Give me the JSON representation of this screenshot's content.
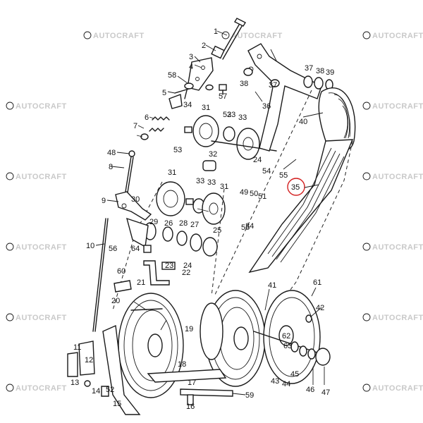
{
  "watermark": {
    "text": "AUTOCRAFT"
  },
  "highlight": {
    "part": "35",
    "color": "#d32121"
  },
  "callouts": {
    "c1": "1",
    "c2": "2",
    "c3": "3",
    "c4": "4",
    "c5": "5",
    "c6": "6",
    "c7": "7",
    "c8": "8",
    "c9": "9",
    "c10": "10",
    "c11": "11",
    "c12": "12",
    "c13": "13",
    "c14": "14",
    "c15": "15",
    "c16": "16",
    "c17": "17",
    "c18": "18",
    "c19": "19",
    "c20": "20",
    "c21": "21",
    "c22": "22",
    "c23": "23",
    "c24a": "24",
    "c24b": "24",
    "c25": "25",
    "c26": "26",
    "c27": "27",
    "c28": "28",
    "c29": "29",
    "c30": "30",
    "c31a": "31",
    "c31b": "31",
    "c31c": "31",
    "c32": "32",
    "c33a": "33",
    "c33b": "33",
    "c33c": "33",
    "c33d": "33",
    "c34a": "34",
    "c34b": "34",
    "c35": "35",
    "c36": "36",
    "c37a": "37",
    "c37b": "37",
    "c38a": "38",
    "c38b": "38",
    "c39": "39",
    "c40": "40",
    "c41": "41",
    "c42": "42",
    "c43": "43",
    "c44": "44",
    "c45": "45",
    "c46": "46",
    "c47": "47",
    "c48": "48",
    "c49": "49",
    "c50": "50",
    "c51": "51",
    "c52a": "52",
    "c52b": "52",
    "c53": "53",
    "c54": "54",
    "c55a": "55",
    "c55b": "55",
    "c56": "56",
    "c57": "57",
    "c58": "58",
    "c59": "59",
    "c60": "60",
    "c61": "61",
    "c62": "62",
    "c63": "63",
    "c64": "64"
  }
}
